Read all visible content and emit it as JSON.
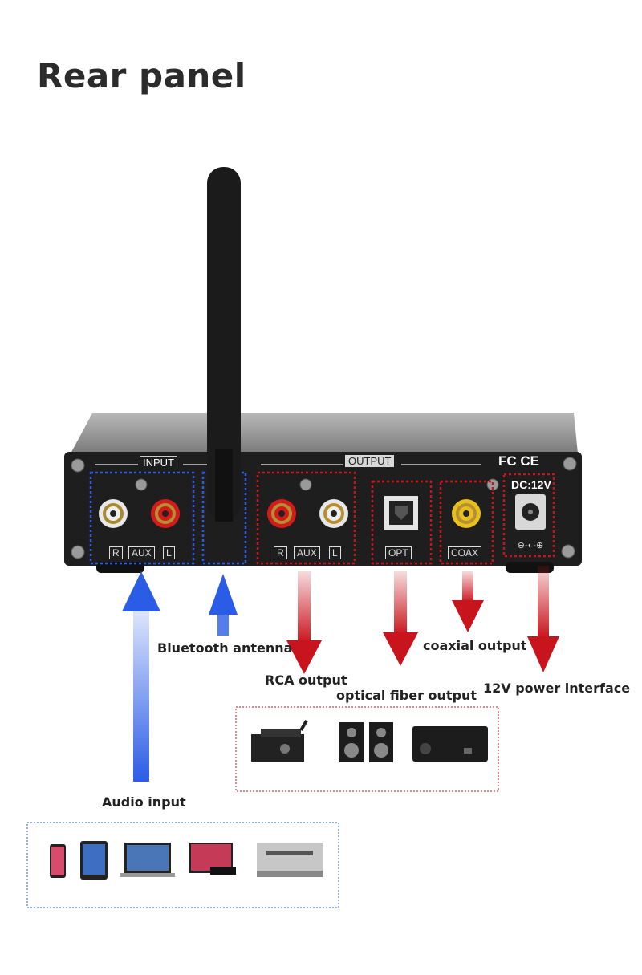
{
  "title": "Rear panel",
  "panel": {
    "input_label": "INPUT",
    "output_label": "OUTPUT",
    "input_r": "R",
    "input_aux": "AUX",
    "input_l": "L",
    "output_r": "R",
    "output_aux": "AUX",
    "output_l": "L",
    "opt": "OPT",
    "coax": "COAX",
    "dc": "DC:12V",
    "cert": "FC CE"
  },
  "annotations": {
    "bluetooth_antenna": "Bluetooth antenna",
    "rca_output": "RCA output",
    "optical_fiber_output": "optical fiber output",
    "coaxial_output": "coaxial output",
    "power_interface": "12V power interface",
    "audio_input": "Audio input"
  },
  "colors": {
    "input_blue": "#2b5ce6",
    "output_red": "#c8141c",
    "chassis": "#222222"
  },
  "output_devices": [
    "amplifier-icon",
    "speakers-icon",
    "receiver-box-icon"
  ],
  "input_devices": [
    "phone-icon",
    "tablet-icon",
    "laptop-icon",
    "tv-icon",
    "cd-player-icon"
  ]
}
